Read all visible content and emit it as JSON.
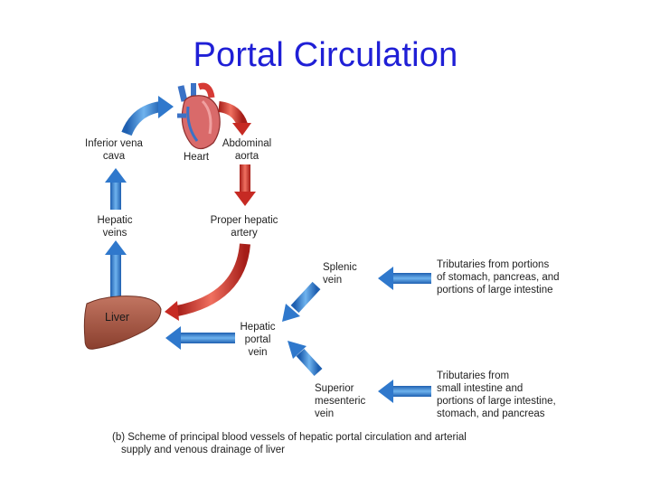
{
  "title": "Portal Circulation",
  "labels": {
    "inferior_vena_cava": "Inferior vena\ncava",
    "heart": "Heart",
    "abdominal_aorta": "Abdominal\naorta",
    "hepatic_veins": "Hepatic\nveins",
    "proper_hepatic_artery": "Proper hepatic\nartery",
    "liver": "Liver",
    "splenic_vein": "Splenic\nvein",
    "hepatic_portal_vein": "Hepatic\nportal\nvein",
    "superior_mesenteric_vein": "Superior\nmesenteric\nvein",
    "tributaries_splenic": "Tributaries from portions\nof stomach, pancreas, and\nportions of large intestine",
    "tributaries_mesenteric": "Tributaries from\nsmall intestine and\nportions of large intestine,\nstomach, and pancreas"
  },
  "caption": {
    "line1": "(b) Scheme of principal blood vessels of hepatic portal circulation and arterial",
    "line2": "supply and venous drainage of liver"
  },
  "colors": {
    "title": "#1f1fd6",
    "vein_arrow": "#3a87d6",
    "artery_arrow": "#d8302a",
    "liver": "#a5533f"
  }
}
